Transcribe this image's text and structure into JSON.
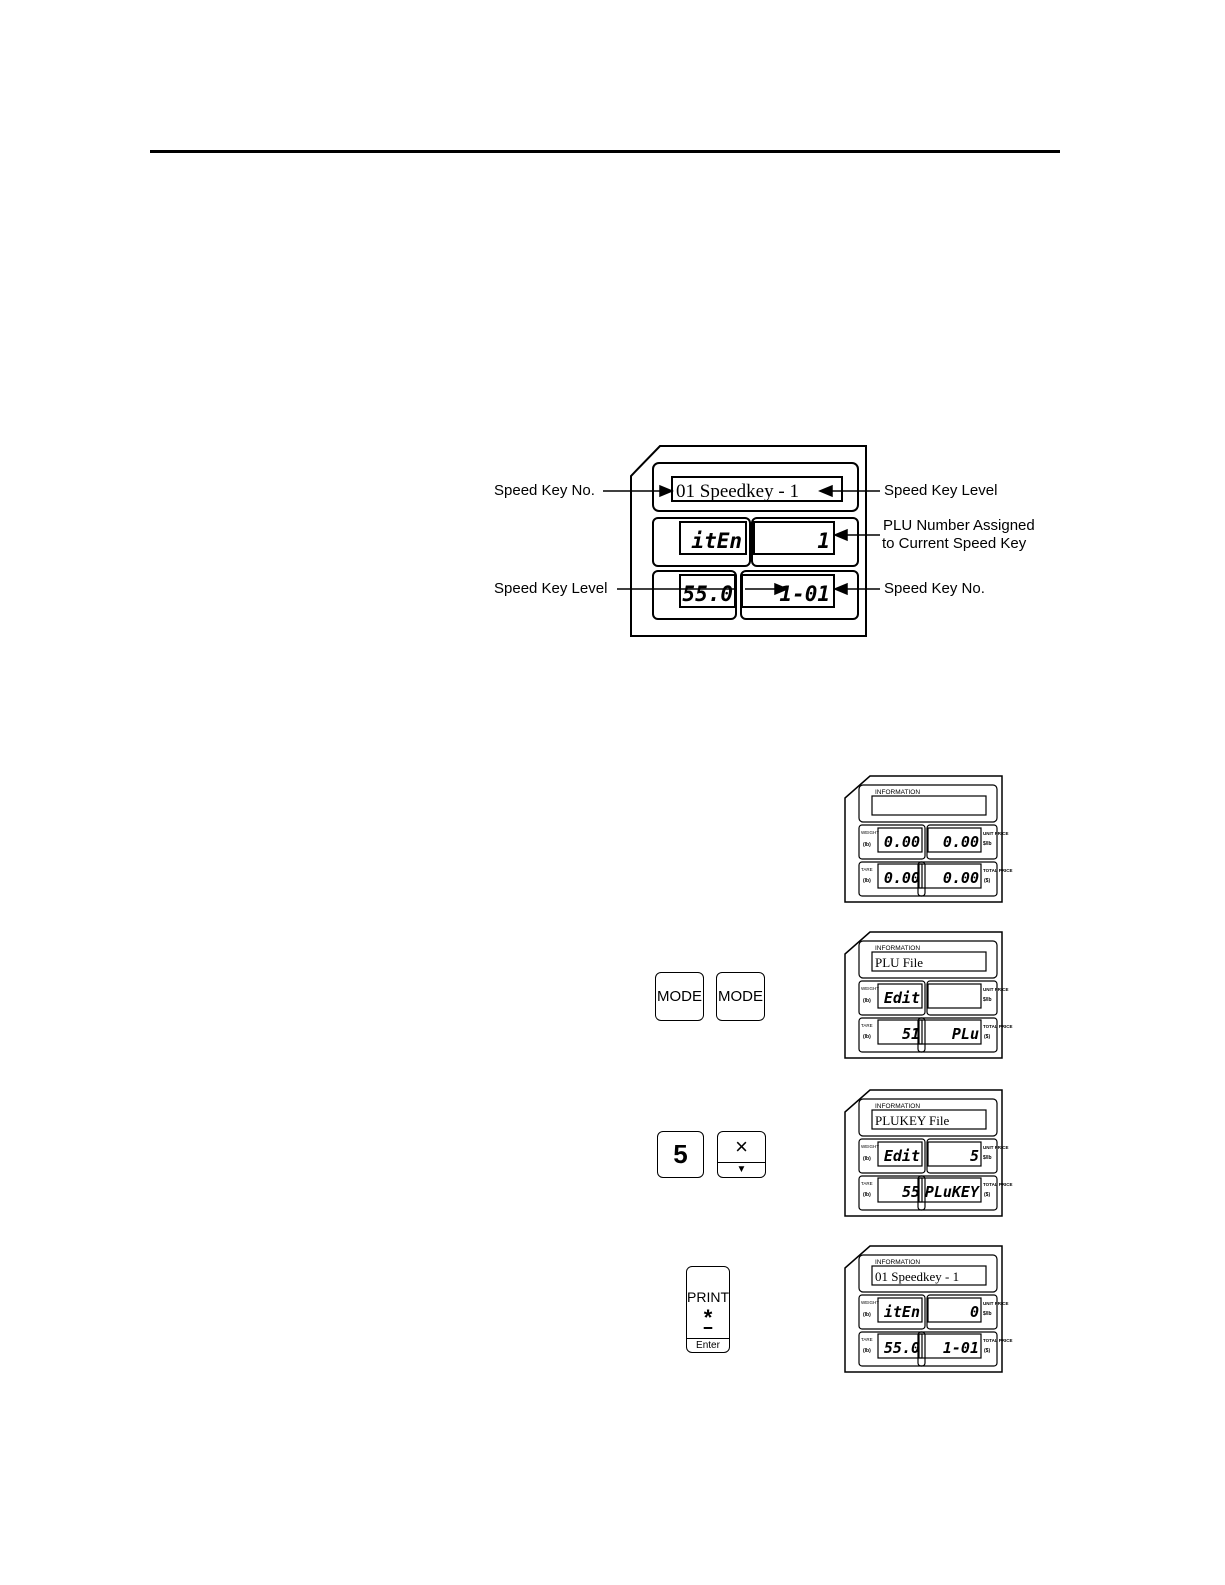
{
  "main_diagram": {
    "info_line": "01  Speedkey  -  1",
    "left_mid": "itEn",
    "right_mid": "1",
    "left_bot": "55.0",
    "right_bot": "1-01",
    "labels": {
      "speed_key_no_left": "Speed Key No.",
      "speed_key_level_right": "Speed Key Level",
      "plu_line1": "PLU Number Assigned",
      "plu_line2": "to Current Speed Key",
      "speed_key_level_left": "Speed Key Level",
      "speed_key_no_right": "Speed Key No."
    }
  },
  "steps": [
    {
      "keys": [],
      "info": "",
      "weight": "0.00",
      "unit_price": "0.00",
      "tare": "0.00",
      "total": "0.00"
    },
    {
      "keys": [
        "MODE",
        "MODE"
      ],
      "info": "PLU File",
      "weight": "Edit",
      "unit_price": "",
      "tare": "51",
      "total": "PLu"
    },
    {
      "keys": [
        "5",
        "×"
      ],
      "info": "PLUKEY File",
      "weight": "Edit",
      "unit_price": "5",
      "tare": "55",
      "total": "PLuKEY"
    },
    {
      "keys": [
        "PRINT",
        "*",
        "Enter"
      ],
      "info": "01  Speedkey  -  1",
      "weight": "itEn",
      "unit_price": "0",
      "tare": "55.0",
      "total": "1-01"
    }
  ],
  "display_labels": {
    "information": "INFORMATION",
    "weight": "WEIGHT",
    "lb": "(lb)",
    "tare": "TARE",
    "unit_price": "UNIT PRICE",
    "per_lb": "$/lb",
    "total_price": "TOTAL PRICE",
    "dollar": "($)"
  }
}
